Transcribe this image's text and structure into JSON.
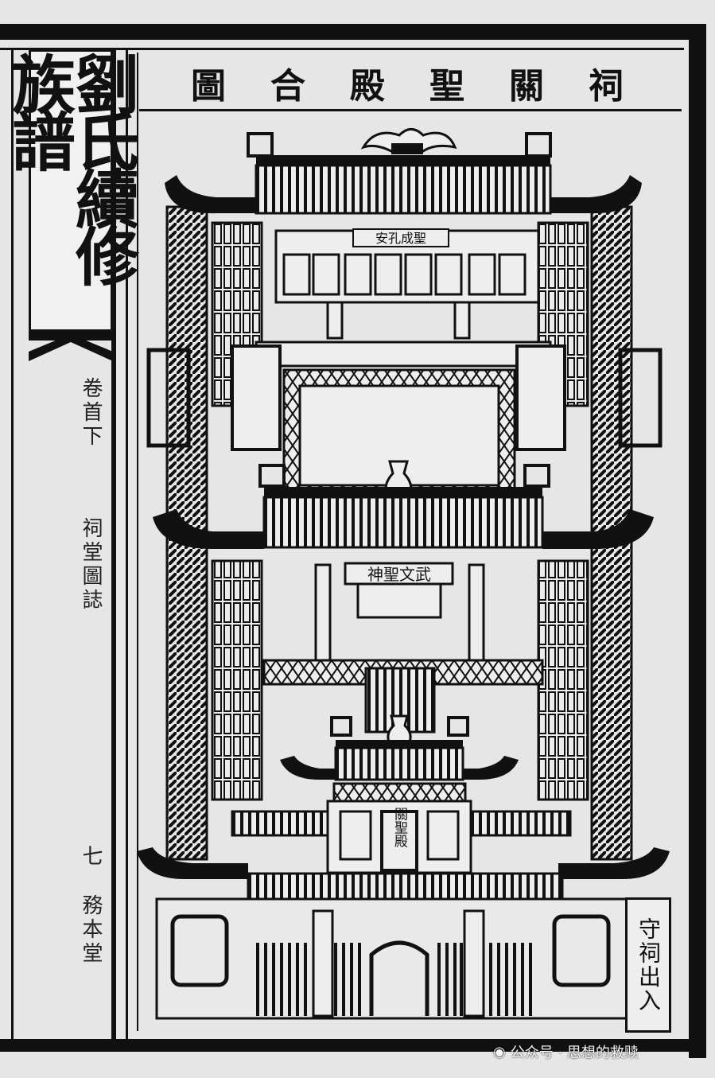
{
  "book_title": "劉氏續修族譜",
  "margin": {
    "volume": "卷首下",
    "section": "祠堂圖誌",
    "page_number": "七",
    "hall_name": "務本堂"
  },
  "plate_title": "祠關聖殿合圖",
  "tablets": {
    "top_hall": "安孔成聖",
    "middle_hall": "神聖文武",
    "gate_hall": "關聖殿"
  },
  "side_label": "守祠出入",
  "watermark": "公众号 · 思想的救赎"
}
